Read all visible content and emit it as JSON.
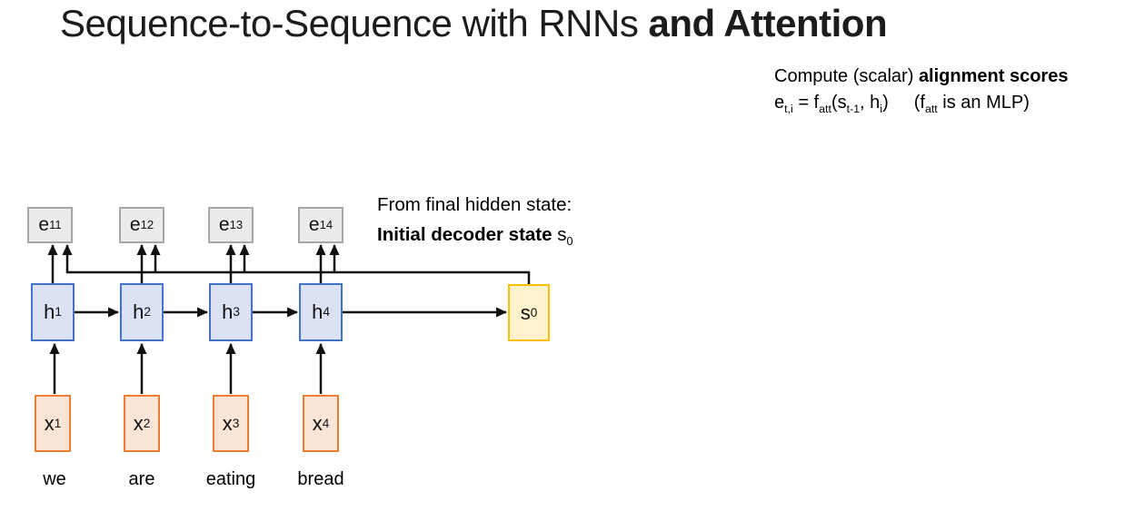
{
  "title": {
    "regular": "Sequence-to-Sequence with RNNs ",
    "bold": "and Attention"
  },
  "annotation": {
    "line1_regular": "Compute (scalar) ",
    "line1_bold": "alignment scores",
    "formula": [
      {
        "text": "e"
      },
      {
        "sub": "t,i"
      },
      {
        "text": " = f"
      },
      {
        "sub": "att"
      },
      {
        "text": "(s"
      },
      {
        "sub": "t-1"
      },
      {
        "text": ", h"
      },
      {
        "sub": "i"
      },
      {
        "text": ")"
      }
    ],
    "note": [
      {
        "text": "(f"
      },
      {
        "sub": "att"
      },
      {
        "text": " is an MLP)"
      }
    ]
  },
  "decoder_note": {
    "line1": "From final hidden state:",
    "line2_bold": "Initial decoder state ",
    "line2_state": [
      {
        "text": "s"
      },
      {
        "sub": "0"
      }
    ]
  },
  "diagram": {
    "score_boxes": [
      {
        "parts": [
          {
            "text": "e"
          },
          {
            "sub": "11"
          }
        ]
      },
      {
        "parts": [
          {
            "text": "e"
          },
          {
            "sub": "12"
          }
        ]
      },
      {
        "parts": [
          {
            "text": "e"
          },
          {
            "sub": "13"
          }
        ]
      },
      {
        "parts": [
          {
            "text": "e"
          },
          {
            "sub": "14"
          }
        ]
      }
    ],
    "hidden_boxes": [
      {
        "parts": [
          {
            "text": "h"
          },
          {
            "sub": "1"
          }
        ]
      },
      {
        "parts": [
          {
            "text": "h"
          },
          {
            "sub": "2"
          }
        ]
      },
      {
        "parts": [
          {
            "text": "h"
          },
          {
            "sub": "3"
          }
        ]
      },
      {
        "parts": [
          {
            "text": "h"
          },
          {
            "sub": "4"
          }
        ]
      }
    ],
    "input_boxes": [
      {
        "parts": [
          {
            "text": "x"
          },
          {
            "sub": "1"
          }
        ]
      },
      {
        "parts": [
          {
            "text": "x"
          },
          {
            "sub": "2"
          }
        ]
      },
      {
        "parts": [
          {
            "text": "x"
          },
          {
            "sub": "3"
          }
        ]
      },
      {
        "parts": [
          {
            "text": "x"
          },
          {
            "sub": "4"
          }
        ]
      }
    ],
    "decoder_box": {
      "parts": [
        {
          "text": "s"
        },
        {
          "sub": "0"
        }
      ]
    },
    "words": [
      "we",
      "are",
      "eating",
      "bread"
    ],
    "colors": {
      "score_fill": "#ebebeb",
      "score_border": "#a6a6a6",
      "hidden_fill": "#dae2f3",
      "hidden_border": "#4472c4",
      "input_fill": "#fbe5d6",
      "input_border": "#ed7d31",
      "decoder_fill": "#fff2cc",
      "decoder_border": "#ffc000",
      "arrow": "#111111"
    }
  }
}
